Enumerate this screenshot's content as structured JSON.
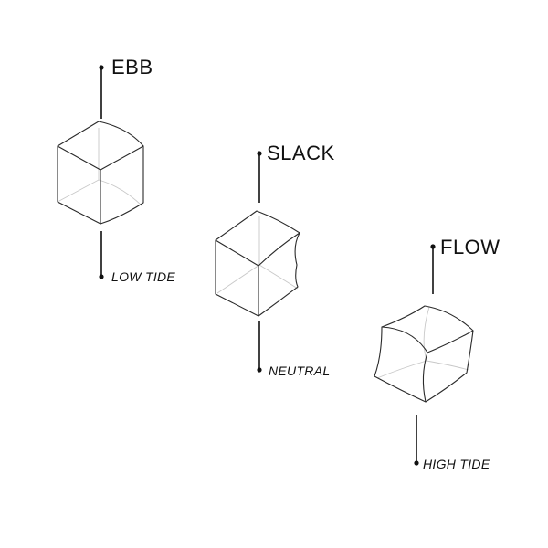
{
  "states": [
    {
      "title": "EBB",
      "caption": "LOW TIDE"
    },
    {
      "title": "SLACK",
      "caption": "NEUTRAL"
    },
    {
      "title": "FLOW",
      "caption": "HIGH TIDE"
    }
  ],
  "colors": {
    "line": "#2a2a2a",
    "hidden_line": "#c8c8c8",
    "text": "#111111",
    "background": "#ffffff"
  }
}
